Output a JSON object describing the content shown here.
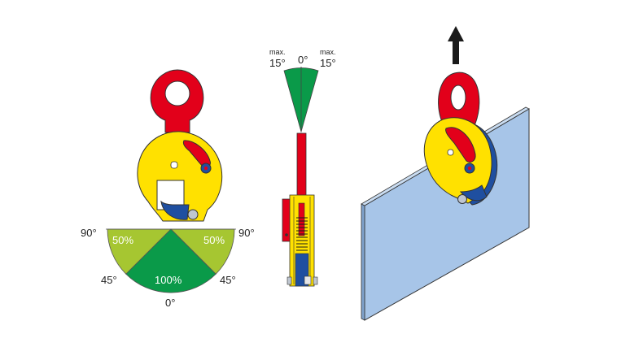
{
  "load_diagram": {
    "angle_90_left": "90°",
    "angle_90_right": "90°",
    "angle_45_left": "45°",
    "angle_45_right": "45°",
    "angle_0": "0°",
    "capacity_side_left": "50%",
    "capacity_side_right": "50%",
    "capacity_center": "100%"
  },
  "tilt_diagram": {
    "max_left": "max.",
    "max_right": "max.",
    "angle_left": "15°",
    "angle_center": "0°",
    "angle_right": "15°"
  },
  "colors": {
    "clamp_yellow": "#ffe100",
    "eye_red": "#e2001a",
    "jaw_blue": "#1f4fa0",
    "zone_green": "#0a9a49",
    "zone_lime": "#a6c631",
    "plate_blue": "#a7c5e8",
    "arrow": "#1a1a1a"
  },
  "icons": [
    "lift-arrow-icon"
  ]
}
